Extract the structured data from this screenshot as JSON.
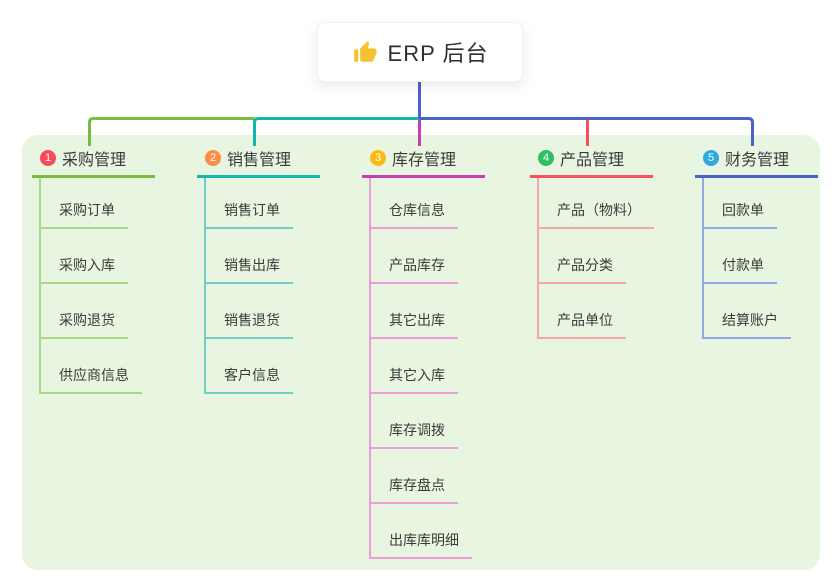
{
  "root": {
    "label": "ERP 后台",
    "icon": "thumbs-up-icon"
  },
  "palette": {
    "canvas_bg": "#ffffff",
    "panel_bg": "#e8f5e0",
    "text": "#3b3b3b",
    "root_bg": "#ffffff",
    "thumb_yellow": "#f5c32f"
  },
  "branches": [
    {
      "index": "1",
      "label": "采购管理",
      "badge_color": "#f7495f",
      "line_color": "#7dbb40",
      "child_line_color": "#a9d787",
      "children": [
        "采购订单",
        "采购入库",
        "采购退货",
        "供应商信息"
      ]
    },
    {
      "index": "2",
      "label": "销售管理",
      "badge_color": "#fb8e43",
      "line_color": "#13b6ab",
      "child_line_color": "#72cec6",
      "children": [
        "销售订单",
        "销售出库",
        "销售退货",
        "客户信息"
      ]
    },
    {
      "index": "3",
      "label": "库存管理",
      "badge_color": "#fdb913",
      "line_color": "#ca3cb6",
      "child_line_color": "#eb9ed9",
      "children": [
        "仓库信息",
        "产品库存",
        "其它出库",
        "其它入库",
        "库存调拨",
        "库存盘点",
        "出库库明细"
      ]
    },
    {
      "index": "4",
      "label": "产品管理",
      "badge_color": "#2fbe64",
      "line_color": "#f4525f",
      "child_line_color": "#f8a4ab",
      "children": [
        "产品（物料）",
        "产品分类",
        "产品单位"
      ]
    },
    {
      "index": "5",
      "label": "财务管理",
      "badge_color": "#30a8e0",
      "line_color": "#4a63c8",
      "child_line_color": "#93a8e2",
      "children": [
        "回款单",
        "付款单",
        "结算账户"
      ]
    }
  ]
}
